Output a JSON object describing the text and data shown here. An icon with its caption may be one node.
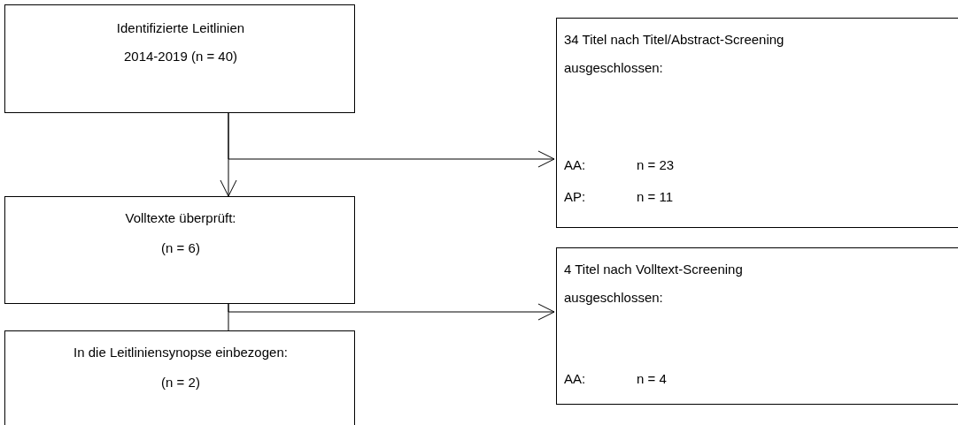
{
  "diagram": {
    "nodes": [
      {
        "text": [
          "Identifizierte Leitlinien",
          "2014-2019 (n = 40)"
        ]
      },
      {
        "text": [
          "34 Titel nach Titel/Abstract-Screening ausgeschlossen:",
          "AA:",
          "n = 23",
          "AP:",
          "n = 11"
        ]
      },
      {
        "text": [
          "Volltexte überprüft:",
          "(n = 6)"
        ]
      },
      {
        "text": [
          "4 Titel nach Volltext-Screening ausgeschlossen:",
          "AA:",
          "n = 4"
        ]
      },
      {
        "text": [
          "In die Leitliniensynopse einbezogen:",
          "(n = 2)"
        ]
      }
    ],
    "edges": [
      {
        "from": 0,
        "to": 2,
        "arrow": "to"
      },
      {
        "from": 0,
        "to": 1,
        "arrow": "to"
      },
      {
        "from": 2,
        "to": 4,
        "arrow": "none"
      },
      {
        "from": 2,
        "to": 3,
        "arrow": "to"
      }
    ]
  }
}
